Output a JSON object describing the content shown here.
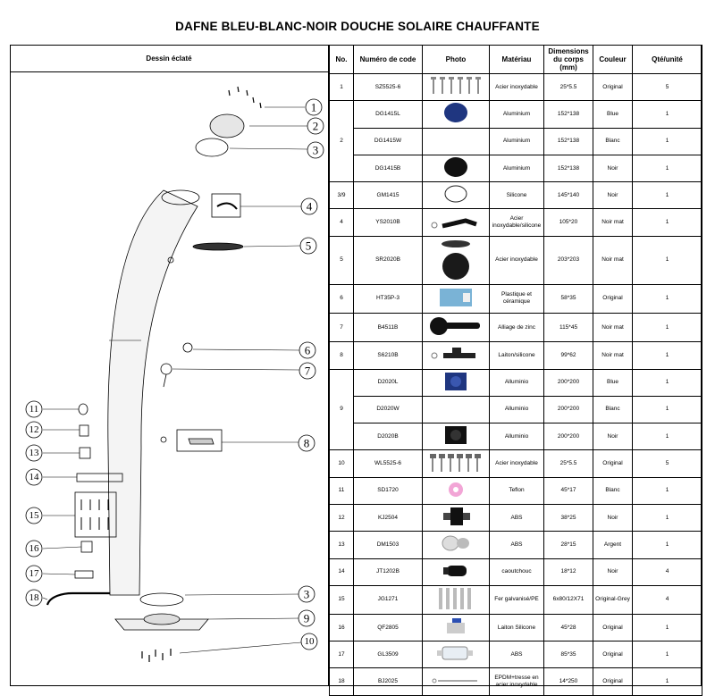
{
  "title": "DAFNE BLEU-BLANC-NOIR DOUCHE SOLAIRE CHAUFFANTE",
  "headers": {
    "drawing": "Dessin éclaté",
    "no": "No.",
    "code": "Numéro de code",
    "photo": "Photo",
    "material": "Matériau",
    "dimensions": "Dimensions du corps (mm)",
    "color": "Couleur",
    "qty": "Qté/unité"
  },
  "rows": [
    {
      "no": "1",
      "code": "SZ5525-6",
      "photo": "screws-icon",
      "material": "Acier inoxydable",
      "dim": "25*5.5",
      "color": "Original",
      "qty": "5"
    },
    {
      "no": "2",
      "code": "DG1415L",
      "photo": "oval-cover-blue-icon",
      "material": "Aluminium",
      "dim": "152*138",
      "color": "Blue",
      "qty": "1"
    },
    {
      "no": "",
      "code": "DG1415W",
      "photo": "",
      "material": "Aluminium",
      "dim": "152*138",
      "color": "Blanc",
      "qty": "1"
    },
    {
      "no": "",
      "code": "DG1415B",
      "photo": "oval-cover-black-icon",
      "material": "Aluminium",
      "dim": "152*138",
      "color": "Noir",
      "qty": "1"
    },
    {
      "no": "3/9",
      "code": "GM1415",
      "photo": "gasket-icon",
      "material": "Silicone",
      "dim": "145*140",
      "color": "Noir",
      "qty": "1"
    },
    {
      "no": "4",
      "code": "YS2010B",
      "photo": "shower-arm-icon",
      "material": "Acier inoxydable/silicone",
      "dim": "105*20",
      "color": "Noir mat",
      "qty": "1"
    },
    {
      "no": "5",
      "code": "SR2020B",
      "photo": "shower-head-icon",
      "material": "Acier inoxydable",
      "dim": "203*203",
      "color": "Noir mat",
      "qty": "1"
    },
    {
      "no": "6",
      "code": "HT35P-3",
      "photo": "cartridge-icon",
      "material": "Plastique et céramique",
      "dim": "58*35",
      "color": "Original",
      "qty": "1"
    },
    {
      "no": "7",
      "code": "B4511B",
      "photo": "handle-icon",
      "material": "Alliage de zinc",
      "dim": "115*45",
      "color": "Noir mat",
      "qty": "1"
    },
    {
      "no": "8",
      "code": "S6210B",
      "photo": "tap-icon",
      "material": "Laiton/silicone",
      "dim": "99*62",
      "color": "Noir mat",
      "qty": "1"
    },
    {
      "no": "",
      "code": "D2020L",
      "photo": "base-plate-blue-icon",
      "material": "Alluminio",
      "dim": "200*200",
      "color": "Blue",
      "qty": "1"
    },
    {
      "no": "9",
      "code": "D2020W",
      "photo": "",
      "material": "Alluminio",
      "dim": "200*200",
      "color": "Blanc",
      "qty": "1"
    },
    {
      "no": "",
      "code": "D2020B",
      "photo": "base-plate-black-icon",
      "material": "Alluminio",
      "dim": "200*200",
      "color": "Noir",
      "qty": "1"
    },
    {
      "no": "10",
      "code": "WL5525-6",
      "photo": "bolts-icon",
      "material": "Acier inoxydable",
      "dim": "25*5.5",
      "color": "Original",
      "qty": "5"
    },
    {
      "no": "11",
      "code": "SD1720",
      "photo": "teflon-tape-icon",
      "material": "Teflon",
      "dim": "45*17",
      "color": "Blanc",
      "qty": "1"
    },
    {
      "no": "12",
      "code": "KJ2504",
      "photo": "connector-icon",
      "material": "ABS",
      "dim": "38*25",
      "color": "Noir",
      "qty": "1"
    },
    {
      "no": "13",
      "code": "DM1503",
      "photo": "cap-icon",
      "material": "ABS",
      "dim": "28*15",
      "color": "Argent",
      "qty": "1"
    },
    {
      "no": "14",
      "code": "JT1202B",
      "photo": "plug-icon",
      "material": "caoutchouc",
      "dim": "18*12",
      "color": "Noir",
      "qty": "4"
    },
    {
      "no": "15",
      "code": "JG1271",
      "photo": "anchors-icon",
      "material": "Fer galvanisé/PE",
      "dim": "6x80/12X71",
      "color": "Original-Grey",
      "qty": "4"
    },
    {
      "no": "16",
      "code": "QF2805",
      "photo": "valve-icon",
      "material": "Laiton Silicone",
      "dim": "45*28",
      "color": "Original",
      "qty": "1"
    },
    {
      "no": "17",
      "code": "GL3509",
      "photo": "filter-icon",
      "material": "ABS",
      "dim": "85*35",
      "color": "Original",
      "qty": "1"
    },
    {
      "no": "18",
      "code": "BJ2025",
      "photo": "hose-icon",
      "material": "EPDM+tresse en acier inoxydable",
      "dim": "14*250",
      "color": "Original",
      "qty": "1"
    }
  ],
  "callouts": [
    "1",
    "2",
    "3",
    "4",
    "5",
    "6",
    "7",
    "8",
    "3",
    "9",
    "10",
    "11",
    "12",
    "13",
    "14",
    "15",
    "16",
    "17",
    "18"
  ]
}
